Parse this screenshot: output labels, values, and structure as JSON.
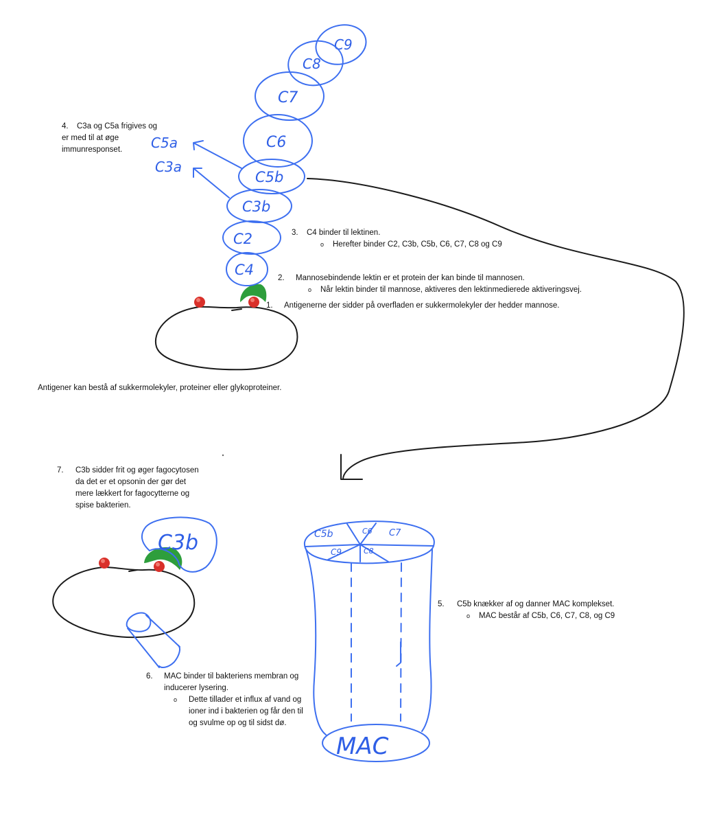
{
  "chain_labels": {
    "c9": "C9",
    "c8": "C8",
    "c7": "C7",
    "c6": "C6",
    "c5b": "C5b",
    "c3b": "C3b",
    "c2": "C2",
    "c4": "C4",
    "c5a": "C5a",
    "c3a": "C3a"
  },
  "bottom_c3b": "C3b",
  "mac": {
    "label": "MAC",
    "top_c5b": "C5b",
    "top_c6": "C6",
    "top_c7": "C7",
    "top_c9": "C9",
    "top_c8": "C8"
  },
  "notes": {
    "n4": {
      "num": "4.",
      "text": "C3a og C5a frigives og er med til at øge immunresponset."
    },
    "n3": {
      "num": "3.",
      "text": "C4 binder til lektinen.",
      "sub": "Herefter binder C2, C3b, C5b, C6, C7, C8 og C9"
    },
    "n2": {
      "num": "2.",
      "text": "Mannosebindende lektin er et protein der kan binde til mannosen.",
      "sub": "Når lektin binder til mannose, aktiveres den lektinmedierede aktiveringsvej."
    },
    "n1": {
      "num": "1.",
      "text": "Antigenerne der sidder på overfladen er sukkermolekyler der hedder mannose."
    },
    "antigen": "Antigener kan bestå af sukkermolekyler, proteiner eller glykoproteiner.",
    "n7": {
      "num": "7.",
      "text": "C3b sidder frit og øger fagocytosen da det er et opsonin der gør det mere lækkert for fagocytterne og spise bakterien."
    },
    "n5": {
      "num": "5.",
      "text": "C5b knækker af og danner MAC komplekset.",
      "sub": "MAC består af C5b, C6, C7, C8, og C9"
    },
    "n6": {
      "num": "6.",
      "text": "MAC binder til bakteriens membran og inducerer lysering.",
      "sub": "Dette tillader et influx af vand og ioner ind i bakterien og får den til og svulme op og til sidst dø."
    }
  },
  "colors": {
    "pen_blue": "#3d6ff0",
    "lectin_green": "#2e9e3c",
    "mannose_red": "#d9302a",
    "outline": "#1a1a1a"
  },
  "bullet_glyph": "o"
}
